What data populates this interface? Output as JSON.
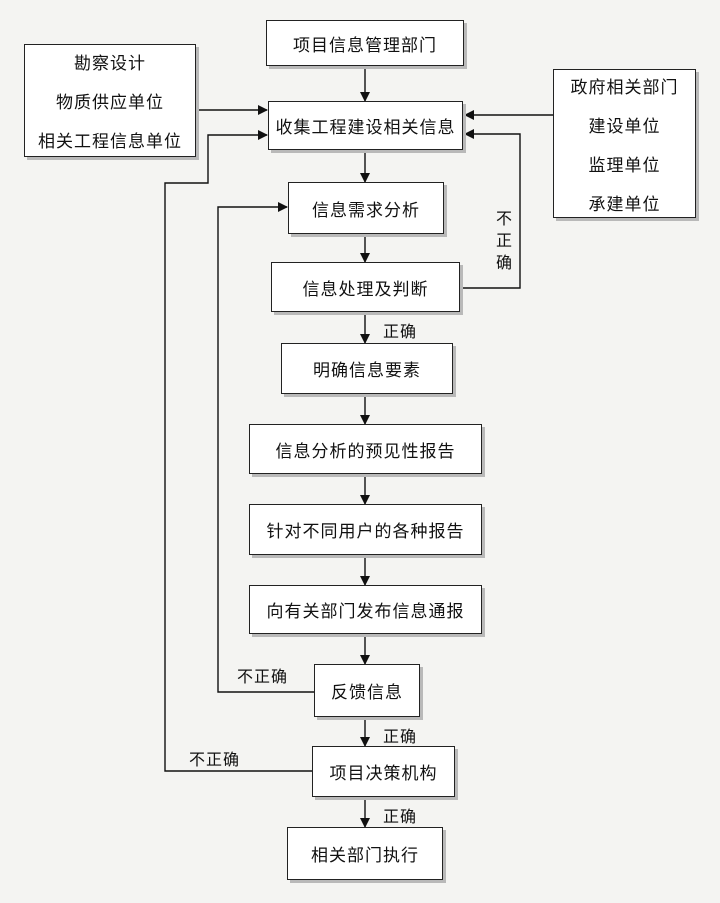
{
  "nodes": {
    "dept": "项目信息管理部门",
    "collect": "收集工程建设相关信息",
    "demand": "信息需求分析",
    "process": "信息处理及判断",
    "elements": "明确信息要素",
    "forecast": "信息分析的预见性报告",
    "reports": "针对不同用户的各种报告",
    "publish": "向有关部门发布信息通报",
    "feedback": "反馈信息",
    "decision": "项目决策机构",
    "execute": "相关部门执行"
  },
  "left_sources": [
    "勘察设计",
    "物质供应单位",
    "相关工程信息单位"
  ],
  "right_sources": [
    "政府相关部门",
    "建设单位",
    "监理单位",
    "承建单位"
  ],
  "labels": {
    "incorrect_process": "不正确",
    "correct_process": "正确",
    "incorrect_feedback": "不正确",
    "correct_feedback": "正确",
    "incorrect_decision": "不正确",
    "correct_decision": "正确"
  }
}
